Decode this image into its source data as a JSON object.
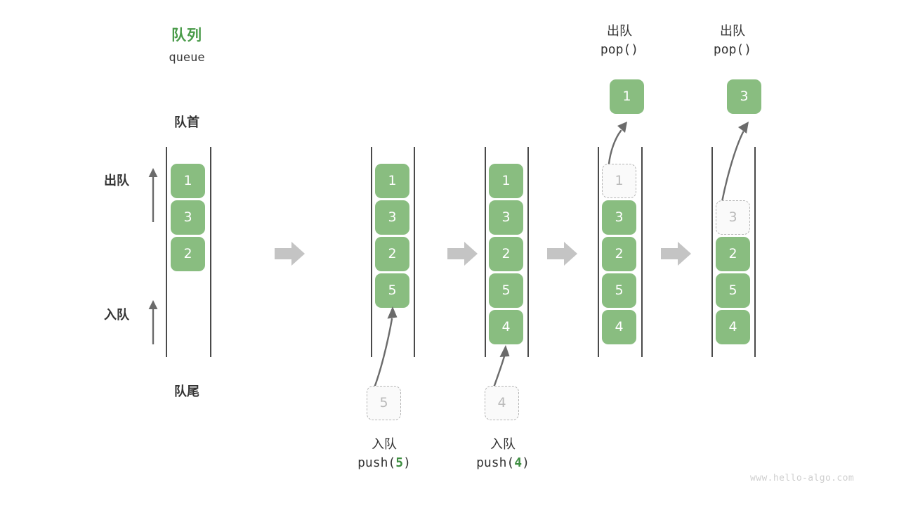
{
  "diagram": {
    "title_cn": "队列",
    "title_en": "queue",
    "front_label": "队首",
    "rear_label": "队尾",
    "dequeue_label": "出队",
    "enqueue_label": "入队",
    "watermark": "www.hello-algo.com",
    "colors": {
      "cell_fill": "#89bd80",
      "cell_text": "#ffffff",
      "title_green": "#4a9b4a",
      "code_green": "#3e8e41",
      "ghost_fill": "#fafafa",
      "ghost_border": "#b6b6b6",
      "ghost_text": "#b9b9b9",
      "rail": "#4a4a4a",
      "arrow_gray": "#c4c4c4",
      "stroke_gray": "#6b6b6b",
      "text_dark": "#333333",
      "watermark": "#cfcfcf"
    }
  },
  "steps": [
    {
      "id": "initial",
      "cells": [
        "1",
        "3",
        "2"
      ],
      "ghost_index": -1,
      "caption_cn": "",
      "caption_code": "",
      "caption_num": "",
      "incoming_value": "",
      "popped_value": "",
      "top_cn": "",
      "top_code": ""
    },
    {
      "id": "push-5",
      "cells": [
        "1",
        "3",
        "2",
        "5"
      ],
      "ghost_index": -1,
      "caption_cn": "入队",
      "caption_code_prefix": "push(",
      "caption_num": "5",
      "caption_code_suffix": ")",
      "incoming_value": "5",
      "popped_value": "",
      "top_cn": "",
      "top_code": ""
    },
    {
      "id": "push-4",
      "cells": [
        "1",
        "3",
        "2",
        "5",
        "4"
      ],
      "ghost_index": -1,
      "caption_cn": "入队",
      "caption_code_prefix": "push(",
      "caption_num": "4",
      "caption_code_suffix": ")",
      "incoming_value": "4",
      "popped_value": "",
      "top_cn": "",
      "top_code": ""
    },
    {
      "id": "pop-1",
      "cells": [
        "1",
        "3",
        "2",
        "5",
        "4"
      ],
      "ghost_index": 0,
      "caption_cn": "",
      "caption_code": "",
      "caption_num": "",
      "incoming_value": "",
      "popped_value": "1",
      "top_cn": "出队",
      "top_code": "pop()"
    },
    {
      "id": "pop-3",
      "cells": [
        "",
        "3",
        "2",
        "5",
        "4"
      ],
      "ghost_index": 1,
      "caption_cn": "",
      "caption_code": "",
      "caption_num": "",
      "incoming_value": "",
      "popped_value": "3",
      "top_cn": "出队",
      "top_code": "pop()"
    }
  ]
}
